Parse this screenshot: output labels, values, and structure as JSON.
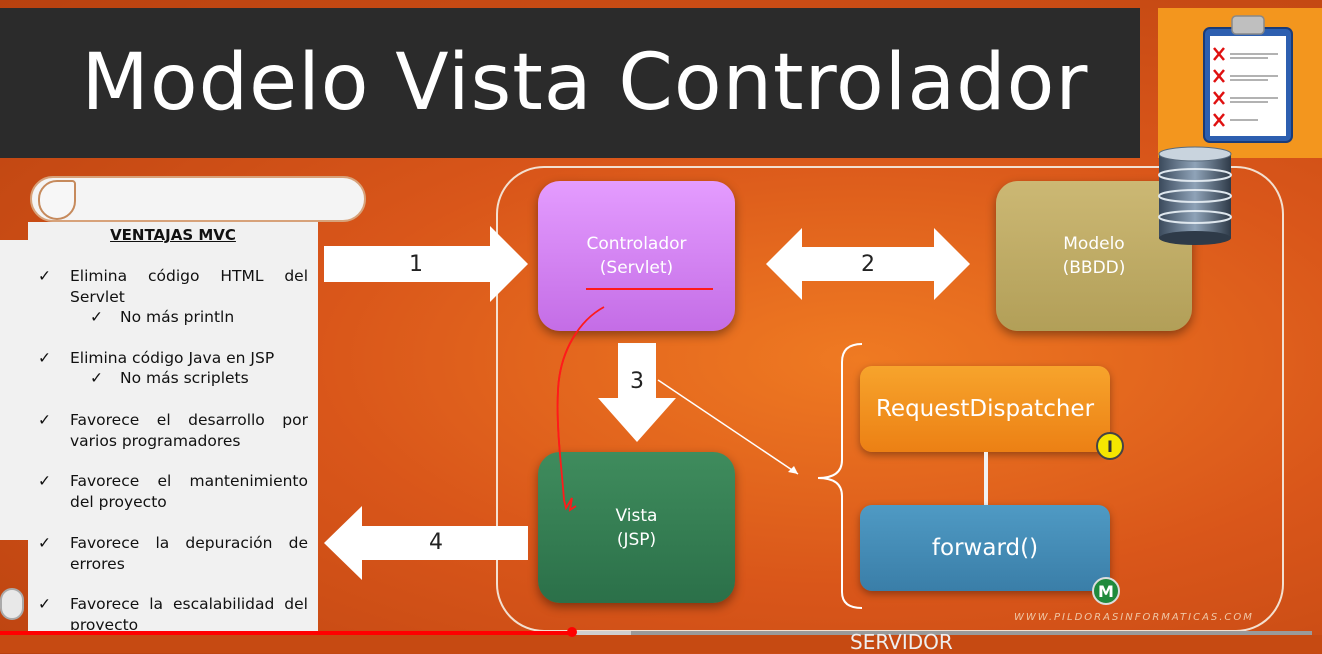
{
  "title": "Modelo Vista Controlador",
  "ventajas": {
    "heading": "VENTAJAS MVC",
    "items": [
      {
        "text": "Elimina código HTML del Servlet",
        "sub": "No más println"
      },
      {
        "text": "Elimina código Java en JSP",
        "sub": "No más scriplets"
      },
      {
        "text": "Favorece el desarrollo por varios programadores"
      },
      {
        "text": "Favorece el mantenimiento del proyecto"
      },
      {
        "text": "Favorece la depuración de errores"
      },
      {
        "text": "Favorece la escalabilidad del proyecto"
      }
    ],
    "check_glyph": "✓"
  },
  "boxes": {
    "controlador": {
      "line1": "Controlador",
      "line2": "(Servlet)"
    },
    "modelo": {
      "line1": "Modelo",
      "line2": "(BBDD)"
    },
    "vista": {
      "line1": "Vista",
      "line2": "(JSP)"
    },
    "request_dispatcher": "RequestDispatcher",
    "forward": "forward()",
    "badge_interface": "I",
    "badge_method": "M"
  },
  "arrows": {
    "a1": "1",
    "a2": "2",
    "a3": "3",
    "a4": "4"
  },
  "server_label": "SERVIDOR",
  "watermark": "WWW.PILDORASINFORMATICAS.COM",
  "video_progress": 0.435,
  "colors": {
    "background": "#d9561a",
    "title_bar": "#2b2b2b",
    "controlador": "#c46de6",
    "modelo": "#b29f58",
    "vista": "#2b7049",
    "request_dispatcher": "#ec8014",
    "forward": "#3a7ea8",
    "annotation": "#ff1a1a"
  },
  "icons": [
    "clipboard-icon",
    "database-icon",
    "checkmark-icon"
  ]
}
